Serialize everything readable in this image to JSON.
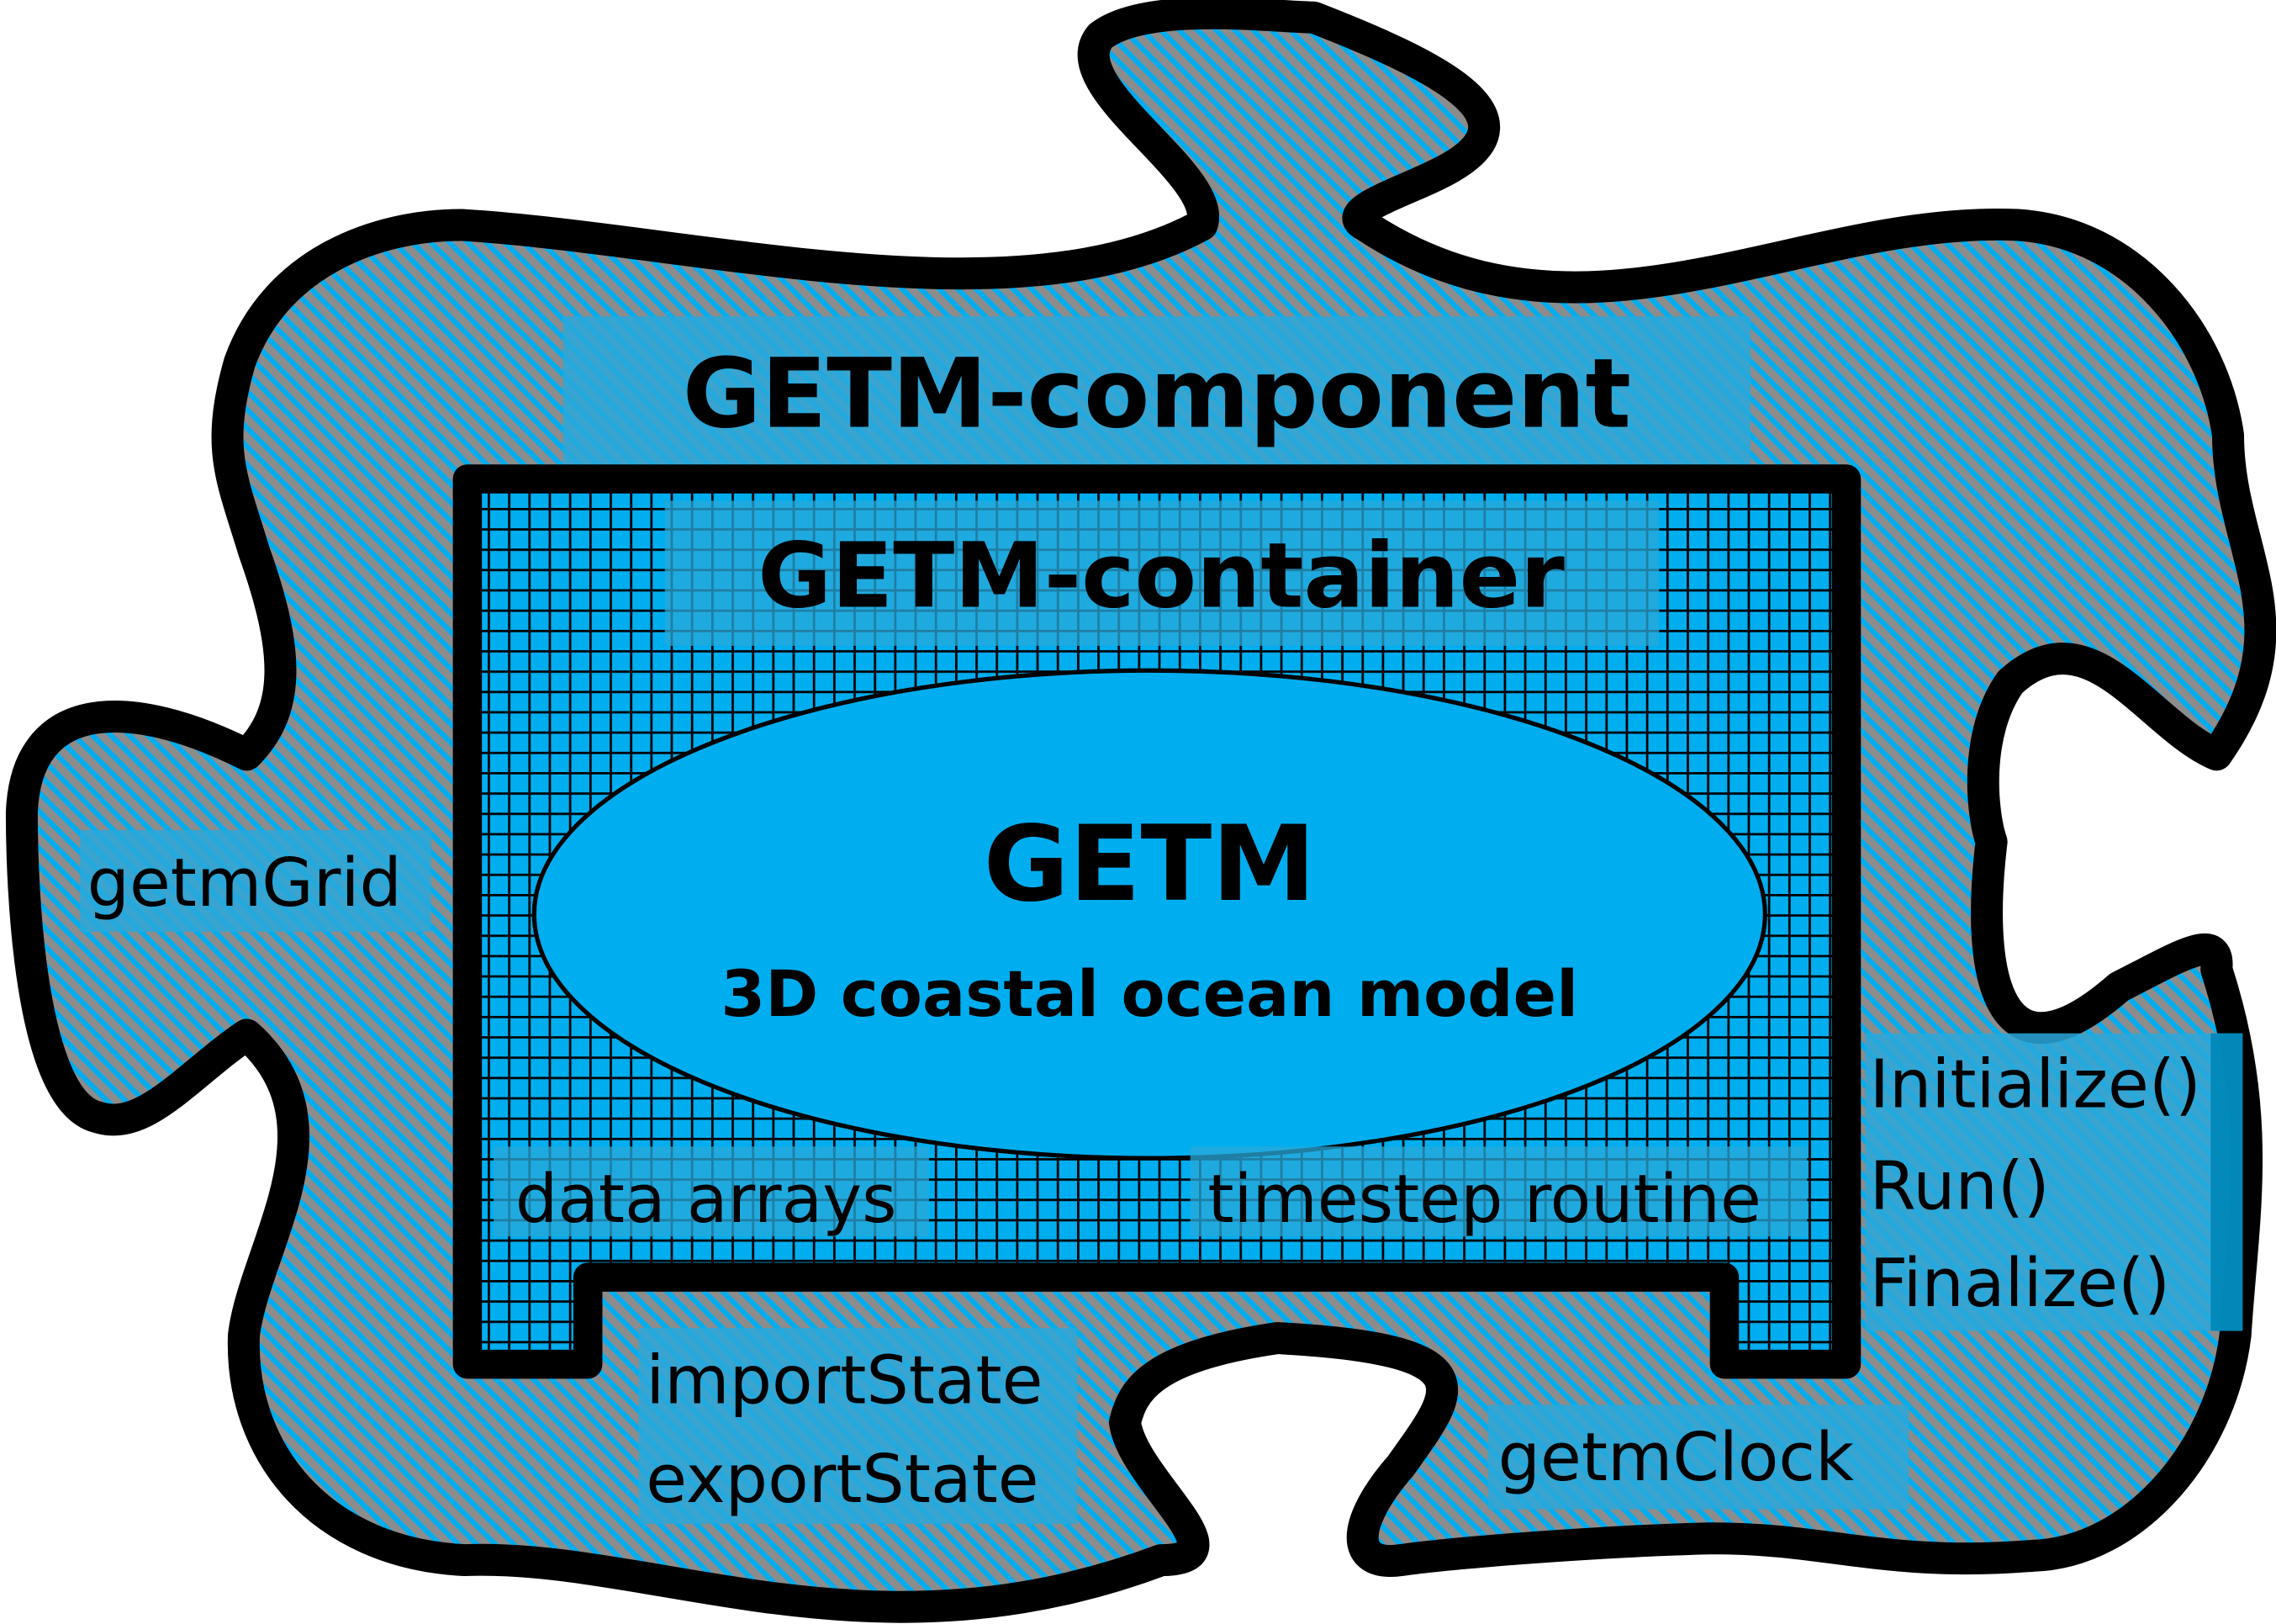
{
  "diagram": {
    "title": "GETM-component",
    "container": {
      "title": "GETM-container",
      "model": {
        "name": "GETM",
        "description": "3D coastal ocean model"
      },
      "labels": {
        "data_arrays": "data arrays",
        "timestep_routine": "timestep routine"
      }
    },
    "component_labels": {
      "grid": "getmGrid",
      "clock": "getmClock",
      "import_state": "importState",
      "export_state": "exportState"
    },
    "methods": [
      "Initialize()",
      "Run()",
      "Finalize()"
    ],
    "colors": {
      "accent_blue": "#00AEEF",
      "label_box_blue": "#29A8DA",
      "hatch_gray": "#8C8C8C",
      "outline": "#000000",
      "background": "#FFFFFF"
    }
  }
}
